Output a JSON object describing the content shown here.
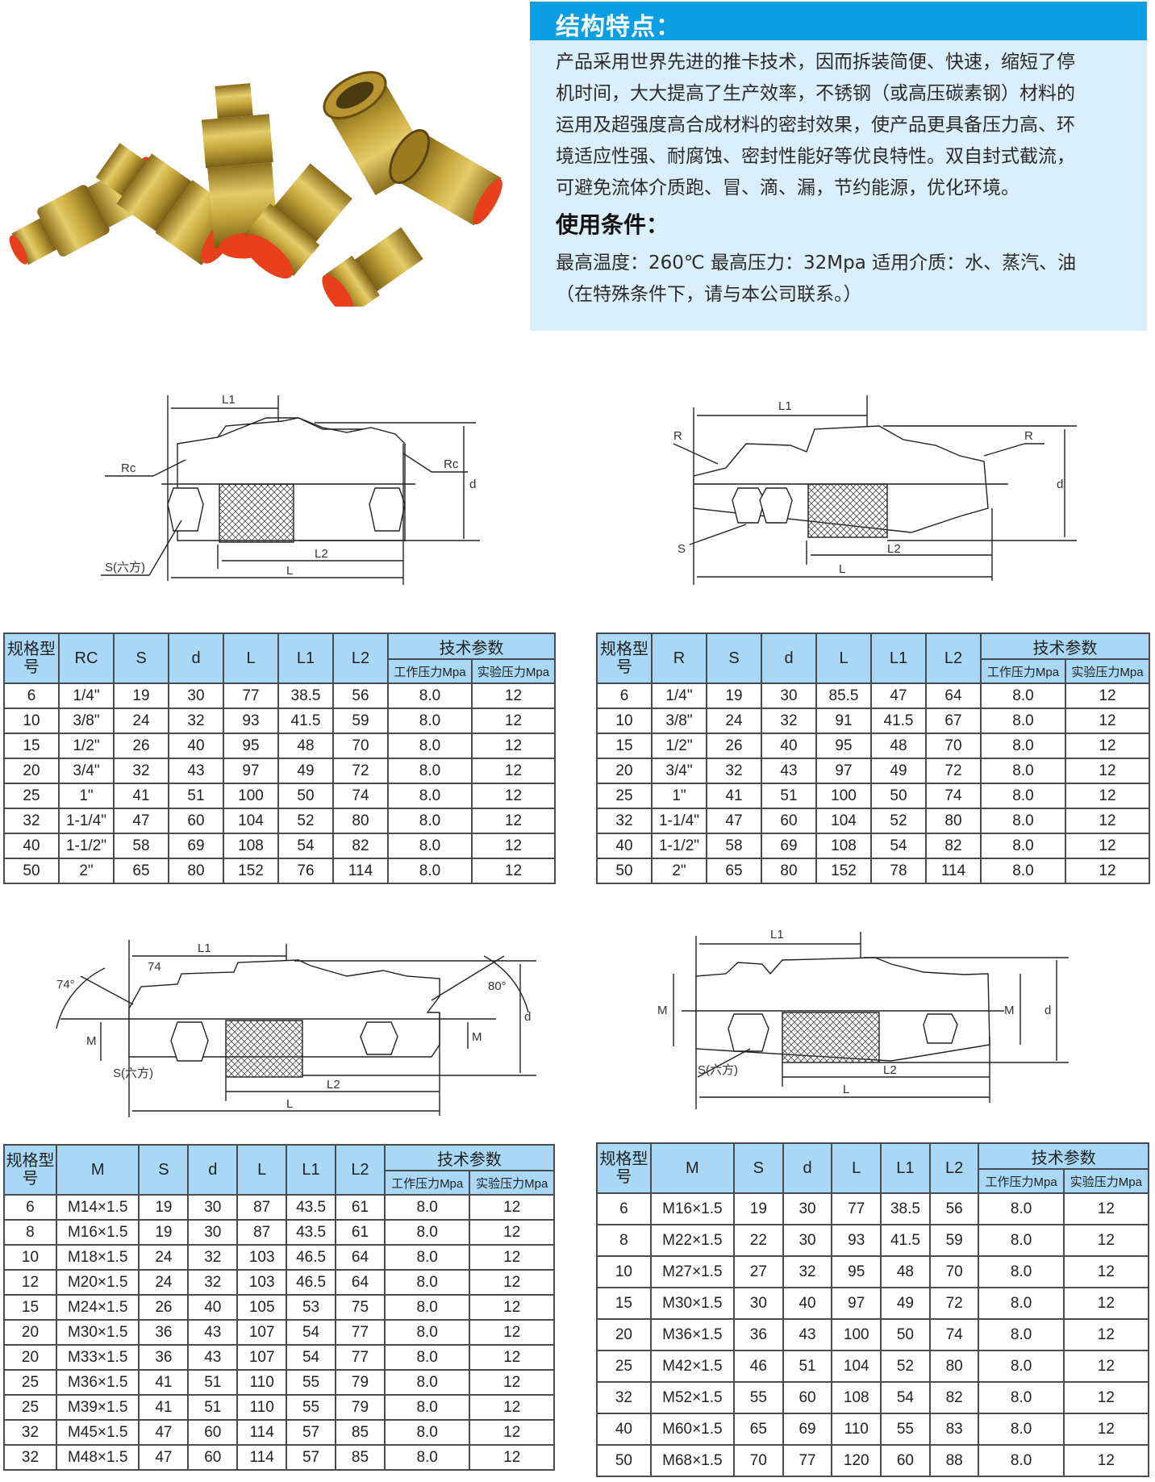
{
  "features": {
    "title": "结构特点：",
    "lines": [
      "产品采用世界先进的推卡技术，因而拆装简便、快速，缩短了停",
      "机时间，大大提高了生产效率，不锈钢（或高压碳素钢）材料的",
      "运用及超强度高合成材料的密封效果，使产品更具备压力高、环",
      "境适应性强、耐腐蚀、密封性能好等优良特性。双自封式截流，",
      "可避免流体介质跑、冒、滴、漏，节约能源，优化环境。"
    ],
    "conditions_title": "使用条件：",
    "conditions_lines": [
      "最高温度：260℃  最高压力：32Mpa  适用介质：水、蒸汽、油",
      "（在特殊条件下，请与本公司联系。）"
    ]
  },
  "colors": {
    "panel_header": "#0a9fe3",
    "panel_bg": "#dbeefb",
    "table_header": "#a8d8f5",
    "cap_red": "#e8401c",
    "brass": "#c9a93e"
  },
  "drawings": [
    {
      "labels": {
        "l1": "L1",
        "l2": "L2",
        "l": "L",
        "d": "d",
        "thread_left": "Rc",
        "thread_right": "Rc",
        "hex": "S(六方)"
      }
    },
    {
      "labels": {
        "l1": "L1",
        "l2": "L2",
        "l": "L",
        "d": "d",
        "thread_left": "R",
        "thread_right": "R",
        "hex": "S"
      }
    },
    {
      "labels": {
        "l1": "L1",
        "l2": "L2",
        "l": "L",
        "d": "d",
        "m_left": "M",
        "m_right": "M",
        "hex": "S(六方)",
        "angle_left": "74°",
        "angle_dim": "74",
        "angle_right": "80°"
      }
    },
    {
      "labels": {
        "l1": "L1",
        "l2": "L2",
        "l": "L",
        "d": "d",
        "m_left": "M",
        "m_right": "M",
        "hex": "S(六方)"
      }
    }
  ],
  "tables": [
    {
      "headers": {
        "model": "规格型号",
        "thread": "RC",
        "s": "S",
        "d": "d",
        "l": "L",
        "l1": "L1",
        "l2": "L2",
        "group": "技术参数",
        "work": "工作压力Mpa",
        "test": "实验压力Mpa"
      },
      "rows": [
        [
          "6",
          "1/4\"",
          "19",
          "30",
          "77",
          "38.5",
          "56",
          "8.0",
          "12"
        ],
        [
          "10",
          "3/8\"",
          "24",
          "32",
          "93",
          "41.5",
          "59",
          "8.0",
          "12"
        ],
        [
          "15",
          "1/2\"",
          "26",
          "40",
          "95",
          "48",
          "70",
          "8.0",
          "12"
        ],
        [
          "20",
          "3/4\"",
          "32",
          "43",
          "97",
          "49",
          "72",
          "8.0",
          "12"
        ],
        [
          "25",
          "1\"",
          "41",
          "51",
          "100",
          "50",
          "74",
          "8.0",
          "12"
        ],
        [
          "32",
          "1-1/4\"",
          "47",
          "60",
          "104",
          "52",
          "80",
          "8.0",
          "12"
        ],
        [
          "40",
          "1-1/2\"",
          "58",
          "69",
          "108",
          "54",
          "82",
          "8.0",
          "12"
        ],
        [
          "50",
          "2\"",
          "65",
          "80",
          "152",
          "76",
          "114",
          "8.0",
          "12"
        ]
      ]
    },
    {
      "headers": {
        "model": "规格型号",
        "thread": "R",
        "s": "S",
        "d": "d",
        "l": "L",
        "l1": "L1",
        "l2": "L2",
        "group": "技术参数",
        "work": "工作压力Mpa",
        "test": "实验压力Mpa"
      },
      "rows": [
        [
          "6",
          "1/4\"",
          "19",
          "30",
          "85.5",
          "47",
          "64",
          "8.0",
          "12"
        ],
        [
          "10",
          "3/8\"",
          "24",
          "32",
          "91",
          "41.5",
          "67",
          "8.0",
          "12"
        ],
        [
          "15",
          "1/2\"",
          "26",
          "40",
          "95",
          "48",
          "70",
          "8.0",
          "12"
        ],
        [
          "20",
          "3/4\"",
          "32",
          "43",
          "97",
          "49",
          "72",
          "8.0",
          "12"
        ],
        [
          "25",
          "1\"",
          "41",
          "51",
          "100",
          "50",
          "74",
          "8.0",
          "12"
        ],
        [
          "32",
          "1-1/4\"",
          "47",
          "60",
          "104",
          "52",
          "80",
          "8.0",
          "12"
        ],
        [
          "40",
          "1-1/2\"",
          "58",
          "69",
          "108",
          "54",
          "82",
          "8.0",
          "12"
        ],
        [
          "50",
          "2\"",
          "65",
          "80",
          "152",
          "78",
          "114",
          "8.0",
          "12"
        ]
      ]
    },
    {
      "headers": {
        "model": "规格型号",
        "thread": "M",
        "s": "S",
        "d": "d",
        "l": "L",
        "l1": "L1",
        "l2": "L2",
        "group": "技术参数",
        "work": "工作压力Mpa",
        "test": "实验压力Mpa"
      },
      "rows": [
        [
          "6",
          "M14×1.5",
          "19",
          "30",
          "87",
          "43.5",
          "61",
          "8.0",
          "12"
        ],
        [
          "8",
          "M16×1.5",
          "19",
          "30",
          "87",
          "43.5",
          "61",
          "8.0",
          "12"
        ],
        [
          "10",
          "M18×1.5",
          "24",
          "32",
          "103",
          "46.5",
          "64",
          "8.0",
          "12"
        ],
        [
          "12",
          "M20×1.5",
          "24",
          "32",
          "103",
          "46.5",
          "64",
          "8.0",
          "12"
        ],
        [
          "15",
          "M24×1.5",
          "26",
          "40",
          "105",
          "53",
          "75",
          "8.0",
          "12"
        ],
        [
          "20",
          "M30×1.5",
          "36",
          "43",
          "107",
          "54",
          "77",
          "8.0",
          "12"
        ],
        [
          "20",
          "M33×1.5",
          "36",
          "43",
          "107",
          "54",
          "77",
          "8.0",
          "12"
        ],
        [
          "25",
          "M36×1.5",
          "41",
          "51",
          "110",
          "55",
          "79",
          "8.0",
          "12"
        ],
        [
          "25",
          "M39×1.5",
          "41",
          "51",
          "110",
          "55",
          "79",
          "8.0",
          "12"
        ],
        [
          "32",
          "M45×1.5",
          "47",
          "60",
          "114",
          "57",
          "85",
          "8.0",
          "12"
        ],
        [
          "32",
          "M48×1.5",
          "47",
          "60",
          "114",
          "57",
          "85",
          "8.0",
          "12"
        ]
      ]
    },
    {
      "headers": {
        "model": "规格型号",
        "thread": "M",
        "s": "S",
        "d": "d",
        "l": "L",
        "l1": "L1",
        "l2": "L2",
        "group": "技术参数",
        "work": "工作压力Mpa",
        "test": "实验压力Mpa"
      },
      "rows": [
        [
          "6",
          "M16×1.5",
          "19",
          "30",
          "77",
          "38.5",
          "56",
          "8.0",
          "12"
        ],
        [
          "8",
          "M22×1.5",
          "22",
          "30",
          "93",
          "41.5",
          "59",
          "8.0",
          "12"
        ],
        [
          "10",
          "M27×1.5",
          "27",
          "32",
          "95",
          "48",
          "70",
          "8.0",
          "12"
        ],
        [
          "15",
          "M30×1.5",
          "30",
          "40",
          "97",
          "49",
          "72",
          "8.0",
          "12"
        ],
        [
          "20",
          "M36×1.5",
          "36",
          "43",
          "100",
          "50",
          "74",
          "8.0",
          "12"
        ],
        [
          "25",
          "M42×1.5",
          "46",
          "51",
          "104",
          "52",
          "80",
          "8.0",
          "12"
        ],
        [
          "32",
          "M52×1.5",
          "55",
          "60",
          "108",
          "54",
          "82",
          "8.0",
          "12"
        ],
        [
          "40",
          "M60×1.5",
          "65",
          "69",
          "110",
          "55",
          "83",
          "8.0",
          "12"
        ],
        [
          "50",
          "M68×1.5",
          "70",
          "77",
          "120",
          "60",
          "88",
          "8.0",
          "12"
        ]
      ]
    }
  ]
}
